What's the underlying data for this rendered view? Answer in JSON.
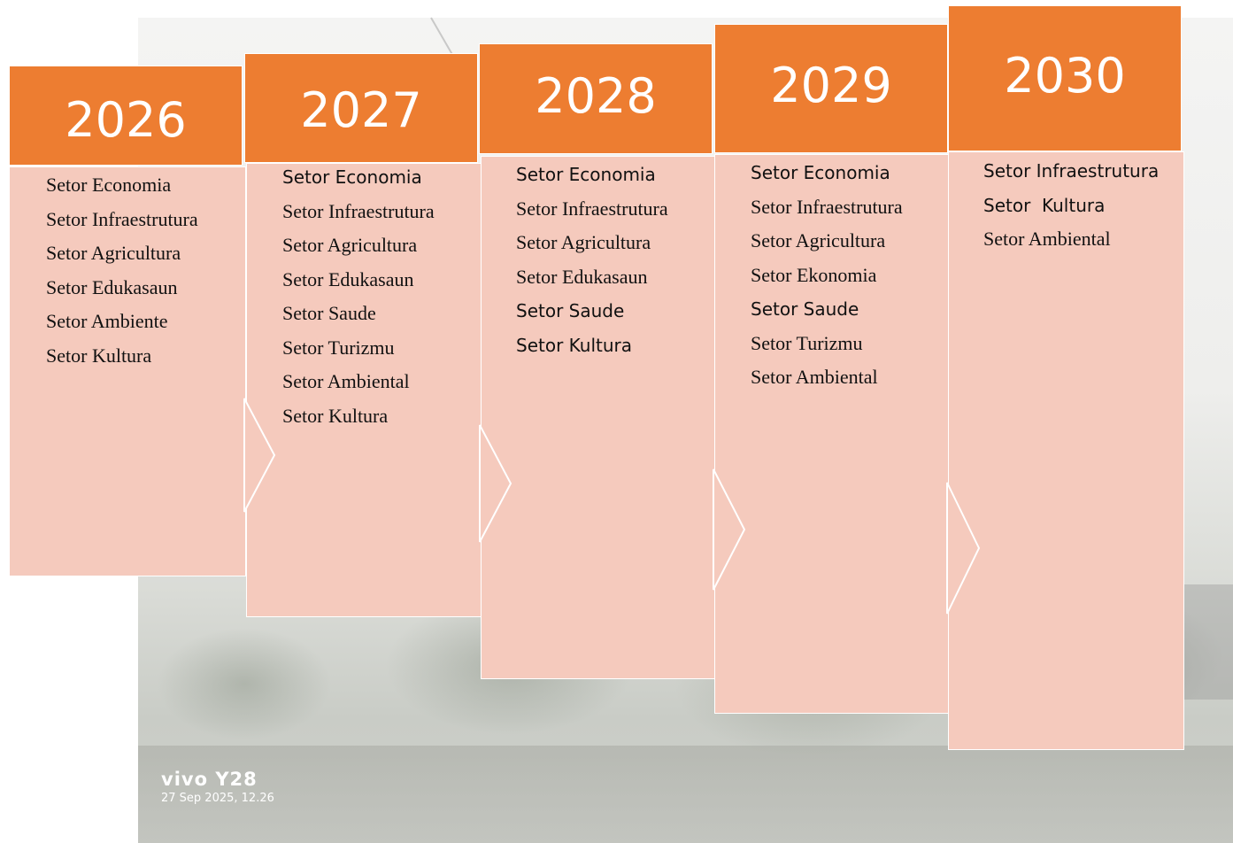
{
  "columns": [
    {
      "year": "2026",
      "items": [
        {
          "text": "Setor Economia",
          "style": "serif"
        },
        {
          "text": "Setor Infraestrutura",
          "style": "serif"
        },
        {
          "text": "Setor Agricultura",
          "style": "serif"
        },
        {
          "text": "Setor Edukasaun",
          "style": "serif"
        },
        {
          "text": "Setor Ambiente",
          "style": "serif"
        },
        {
          "text": "Setor Kultura",
          "style": "serif"
        }
      ]
    },
    {
      "year": "2027",
      "items": [
        {
          "text": "Setor Economia",
          "style": "sans"
        },
        {
          "text": "Setor Infraestrutura",
          "style": "serif"
        },
        {
          "text": "Setor Agricultura",
          "style": "serif"
        },
        {
          "text": "Setor Edukasaun",
          "style": "serif"
        },
        {
          "text": "Setor Saude",
          "style": "serif"
        },
        {
          "text": "Setor Turizmu",
          "style": "serif"
        },
        {
          "text": "Setor Ambiental",
          "style": "serif"
        },
        {
          "text": "Setor Kultura",
          "style": "serif"
        }
      ]
    },
    {
      "year": "2028",
      "items": [
        {
          "text": "Setor Economia",
          "style": "sans"
        },
        {
          "text": "Setor Infraestrutura",
          "style": "serif"
        },
        {
          "text": "Setor Agricultura",
          "style": "serif"
        },
        {
          "text": "Setor Edukasaun",
          "style": "serif"
        },
        {
          "text": "Setor Saude",
          "style": "sans"
        },
        {
          "text": "Setor Kultura",
          "style": "sans"
        }
      ]
    },
    {
      "year": "2029",
      "items": [
        {
          "text": "Setor Economia",
          "style": "sans"
        },
        {
          "text": "Setor Infraestrutura",
          "style": "serif"
        },
        {
          "text": "Setor Agricultura",
          "style": "serif"
        },
        {
          "text": "Setor Ekonomia",
          "style": "serif"
        },
        {
          "text": "Setor Saude",
          "style": "sans"
        },
        {
          "text": "Setor Turizmu",
          "style": "serif"
        },
        {
          "text": "Setor Ambiental",
          "style": "serif"
        }
      ]
    },
    {
      "year": "2030",
      "items": [
        {
          "text": "Setor Infraestrutura",
          "style": "sans"
        },
        {
          "text": "Setor  Kultura",
          "style": "sans"
        },
        {
          "text": "Setor Ambiental",
          "style": "serif"
        }
      ]
    }
  ],
  "watermark": {
    "brand": "vivo Y28",
    "stamp": "27 Sep 2025, 12.26"
  },
  "colors": {
    "header": "#ed7d31",
    "body": "#f5cabd",
    "text": "#111111"
  }
}
